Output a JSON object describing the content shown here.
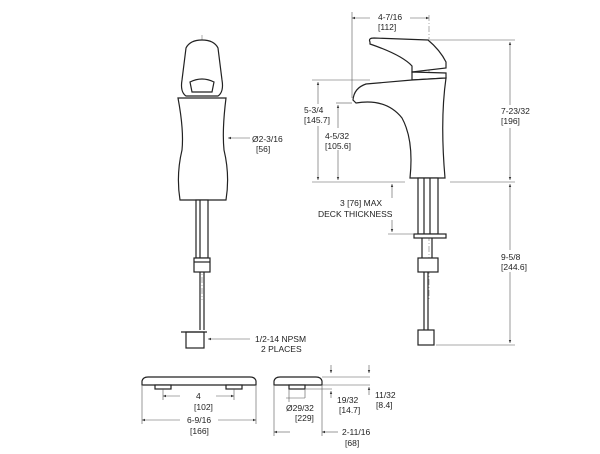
{
  "front_view": {
    "body_diameter": "Ø2-3/16",
    "body_diameter_mm": "[56]",
    "connection": "1/2-14 NPSM",
    "connection_note": "2 PLACES"
  },
  "side_view": {
    "spout_reach": "4-7/16",
    "spout_reach_mm": "[112]",
    "overall_height": "7-23/32",
    "overall_height_mm": "[196]",
    "spout_height": "5-3/4",
    "spout_height_mm": "[145.7]",
    "outlet_height": "4-5/32",
    "outlet_height_mm": "[105.6]",
    "deck_thickness_1": "3  [76]  MAX",
    "deck_thickness_2": "DECK  THICKNESS",
    "below_deck": "9-5/8",
    "below_deck_mm": "[244.6]"
  },
  "plate_views": {
    "hole_spacing": "4",
    "hole_spacing_mm": "[102]",
    "plate_length": "6-9/16",
    "plate_length_mm": "[166]",
    "hole_diameter": "Ø29/32",
    "hole_diameter_mm": "[229]",
    "boss_height": "19/32",
    "boss_height_mm": "[14.7]",
    "plate_thickness": "11/32",
    "plate_thickness_mm": "[8.4]",
    "plate_width": "2-11/16",
    "plate_width_mm": "[68]"
  }
}
